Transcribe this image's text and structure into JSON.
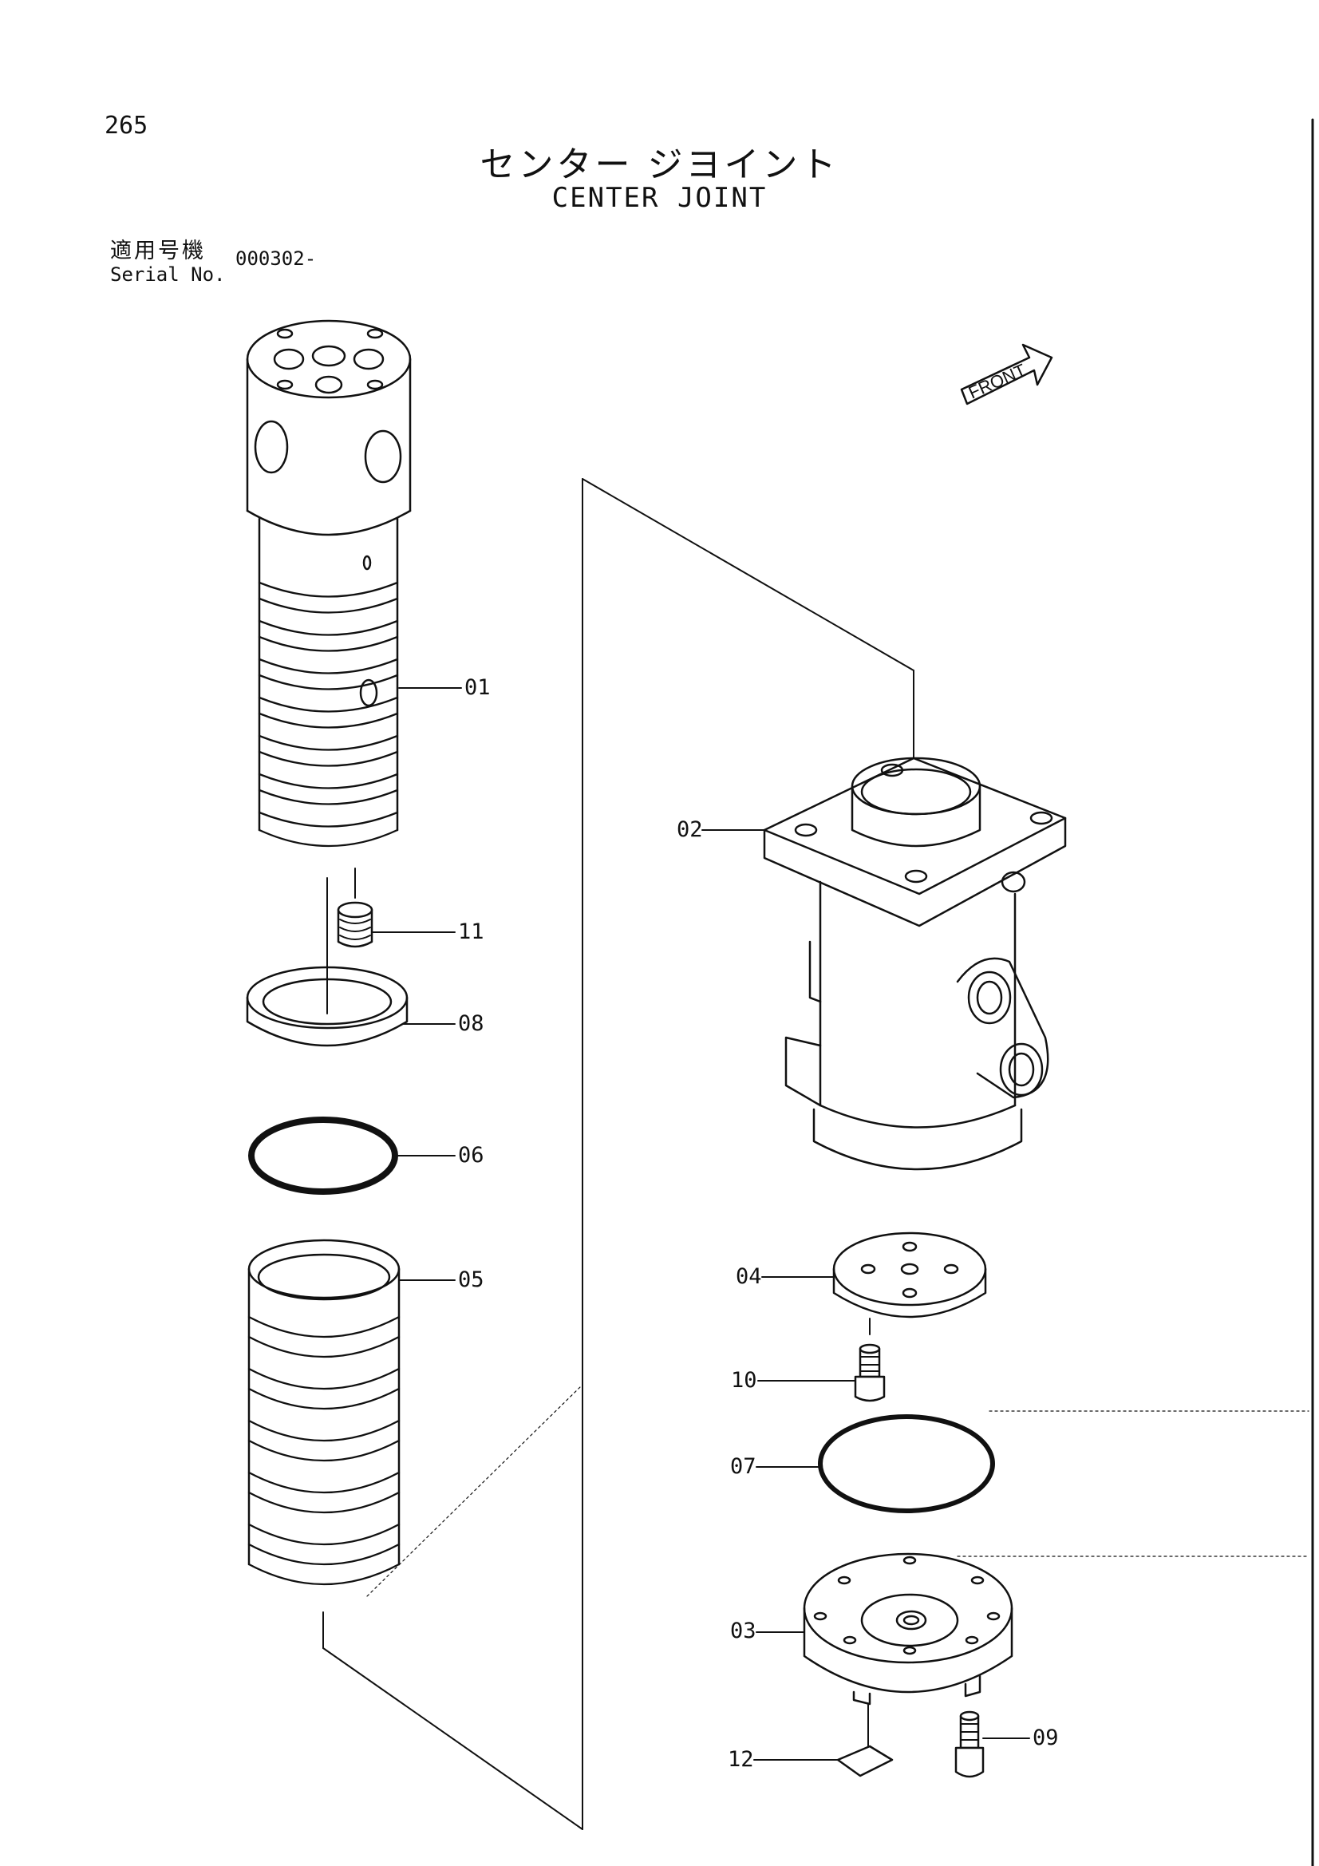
{
  "header": {
    "page_number": "265",
    "title_jp": "センター ジヨイント",
    "title_en": "CENTER JOINT",
    "serial_label_jp": "適用号機",
    "serial_label_en": "Serial No.",
    "serial_value": "000302-"
  },
  "front_label": "FRONT",
  "callouts": {
    "p01": "01",
    "p02": "02",
    "p03": "03",
    "p04": "04",
    "p05": "05",
    "p06": "06",
    "p07": "07",
    "p08": "08",
    "p09": "09",
    "p10": "10",
    "p11": "11",
    "p12": "12"
  }
}
